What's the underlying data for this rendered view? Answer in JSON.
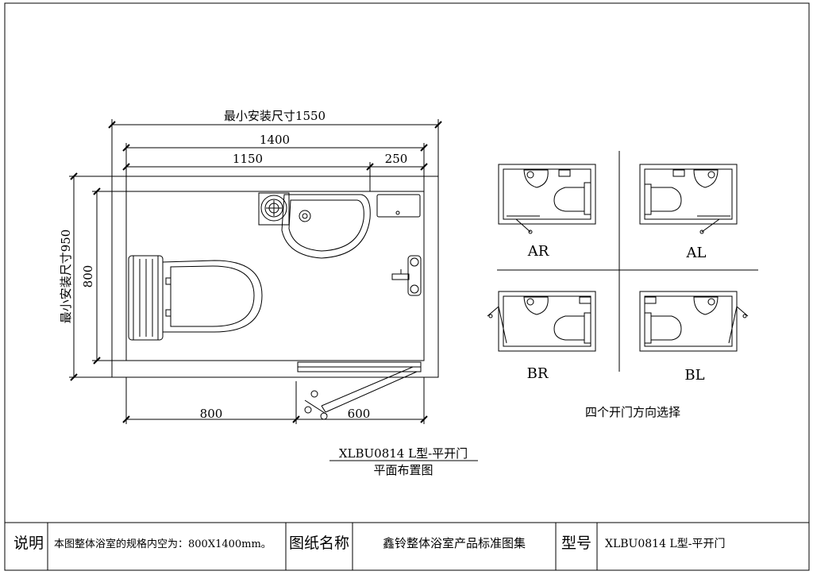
{
  "dimensions": {
    "min_install_width": "最小安装尺寸1550",
    "min_install_height": "最小安装尺寸950",
    "total_width": "1400",
    "width_left": "1150",
    "width_right": "250",
    "height": "800",
    "bottom_left": "800",
    "bottom_right": "600"
  },
  "options": {
    "ar": "AR",
    "al": "AL",
    "br": "BR",
    "bl": "BL",
    "caption": "四个开门方向选择"
  },
  "drawing": {
    "model_title": "XLBU0814 L型-平开门",
    "subtitle": "平面布置图"
  },
  "title_block": {
    "note_label": "说明",
    "note_text": "本图整体浴室的规格内空为：800X1400mm。",
    "drawing_name_label": "图纸名称",
    "drawing_name_value": "鑫铃整体浴室产品标准图集",
    "model_label": "型号",
    "model_value": "XLBU0814 L型-平开门"
  }
}
